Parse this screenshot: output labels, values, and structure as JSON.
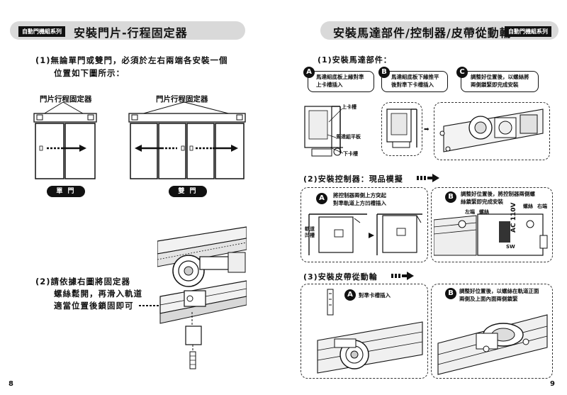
{
  "series_tag": "自動門機組系列",
  "left": {
    "title": "安裝門片-行程固定器",
    "para1_line1": "(1)無論單門或雙門，必須於左右兩端各安裝一個",
    "para1_line2": "位置如下圖所示：",
    "label_single": "門片行程固定器",
    "label_double": "門片行程固定器",
    "btn_single": "單 門",
    "btn_double": "雙 門",
    "para2_line1": "(2)請依據右圖將固定器",
    "para2_line2": "螺絲鬆開，再滑入軌道",
    "para2_line3": "適當位置後鎖固即可",
    "page_number": "8"
  },
  "right": {
    "title": "安裝馬達部件/控制器/皮帶從動輪",
    "sect1": "(1)安裝馬達部件：",
    "step_a": "A",
    "step_b": "B",
    "step_c": "C",
    "note1_a_l1": "馬達組底板上緣對準",
    "note1_a_l2": "上卡槽插入",
    "note1_b_l1": "馬達組底板下緣推平",
    "note1_b_l2": "後對準下卡槽插入",
    "note1_c_l1": "調整好位置後，以螺絲將",
    "note1_c_l2": "兩側鎖緊即完成安裝",
    "lbl_upper_slot": "上卡槽",
    "lbl_motor_plate": "馬達組平板",
    "lbl_lower_slot": "下卡槽",
    "sect2": "(2)安裝控制器：現品模擬",
    "note2_a_l1": "將控制器兩側上方突起",
    "note2_a_l2": "對準軌道上方凹槽插入",
    "note2_b_l1": "調整好位置後，將控制器兩側螺",
    "note2_b_l2": "絲鎖緊即完成安裝",
    "lbl_track_groove_l1": "軌道",
    "lbl_track_groove_l2": "凹槽",
    "lbl_left_end": "左端",
    "lbl_screw1": "螺絲",
    "lbl_screw2": "螺絲",
    "lbl_right_end": "右端",
    "lbl_ac": "AC 110V",
    "lbl_sw": "SW",
    "sect3": "(3)安裝皮帶從動輪",
    "note3_a": "對準卡槽插入",
    "note3_b_l1": "調整好位置後，以螺絲在軌道正面",
    "note3_b_l2": "兩側及上面內面兩側鎖緊",
    "page_number": "9"
  }
}
